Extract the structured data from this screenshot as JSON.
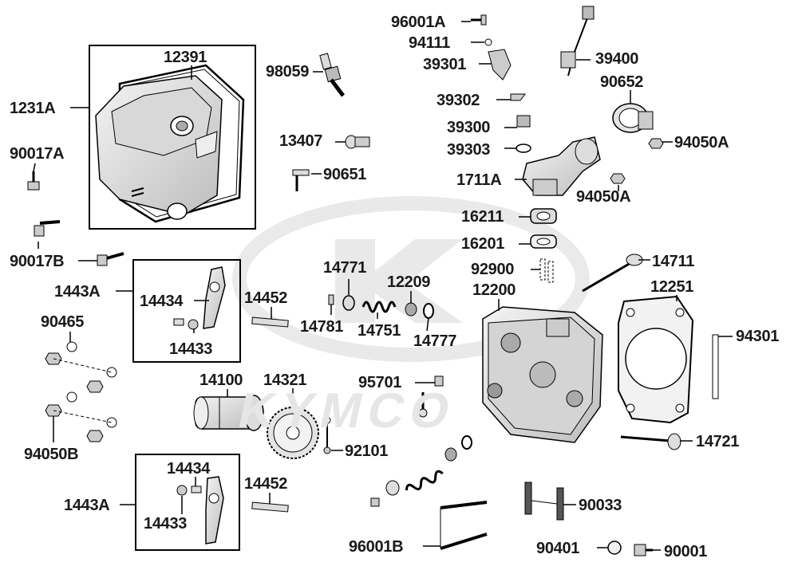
{
  "watermark": {
    "brand": "KYMCO"
  },
  "labels": {
    "p12391": "12391",
    "p1231A": "1231A",
    "p90017A": "90017A",
    "p90017B": "90017B",
    "p98059": "98059",
    "p13407": "13407",
    "p90651": "90651",
    "p96001A": "96001A",
    "p94111": "94111",
    "p39301": "39301",
    "p39400": "39400",
    "p90652": "90652",
    "p39302": "39302",
    "p39300": "39300",
    "p94050A_1": "94050A",
    "p39303": "39303",
    "p1711A": "1711A",
    "p94050A_2": "94050A",
    "p16211": "16211",
    "p16201": "16201",
    "p92900": "92900",
    "p14711": "14711",
    "p1443A_top": "1443A",
    "p14434_top": "14434",
    "p14433_top": "14433",
    "p14452_top": "14452",
    "p14771": "14771",
    "p12209": "12209",
    "p12200": "12200",
    "p12251": "12251",
    "p90465": "90465",
    "p14781": "14781",
    "p14751": "14751",
    "p14777": "14777",
    "p94301": "94301",
    "p14100": "14100",
    "p14321": "14321",
    "p95701": "95701",
    "p94050B": "94050B",
    "p92101": "92101",
    "p14721": "14721",
    "p14434_bot": "14434",
    "p14452_bot": "14452",
    "p1443A_bot": "1443A",
    "p14433_bot": "14433",
    "p90033": "90033",
    "p96001B": "96001B",
    "p90401": "90401",
    "p90001": "90001"
  }
}
